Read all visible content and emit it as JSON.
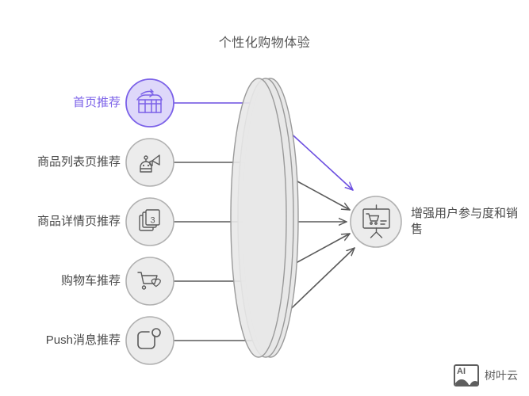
{
  "title": "个性化购物体验",
  "colors": {
    "accent": "#7b61e8",
    "accent_fill": "#ded8fa",
    "node_fill": "#ececec",
    "node_stroke": "#b0b0b0",
    "line": "#5a5a5a",
    "text": "#4a4a4a",
    "title_text": "#555555",
    "cylinder_fill": "#e8e8e8",
    "cylinder_stroke": "#9a9a9a",
    "background": "#ffffff"
  },
  "channels": [
    {
      "id": "home",
      "label": "首页推荐",
      "icon": "storefront-icon",
      "highlight": true
    },
    {
      "id": "list",
      "label": "商品列表页推荐",
      "icon": "robot-megaphone-icon",
      "highlight": false
    },
    {
      "id": "detail",
      "label": "商品详情页推荐",
      "icon": "stacked-cards-3-icon",
      "highlight": false
    },
    {
      "id": "cart",
      "label": "购物车推荐",
      "icon": "cart-heart-icon",
      "highlight": false
    },
    {
      "id": "push",
      "label": "Push消息推荐",
      "icon": "app-notification-icon",
      "highlight": false
    }
  ],
  "hub": {
    "name": "personalization-engine",
    "shape": "cylinder"
  },
  "outcome": {
    "label": "增强用户参与度和销售",
    "icon": "presentation-cart-icon"
  },
  "watermark": {
    "badge": "AI",
    "text": "树叶云"
  }
}
